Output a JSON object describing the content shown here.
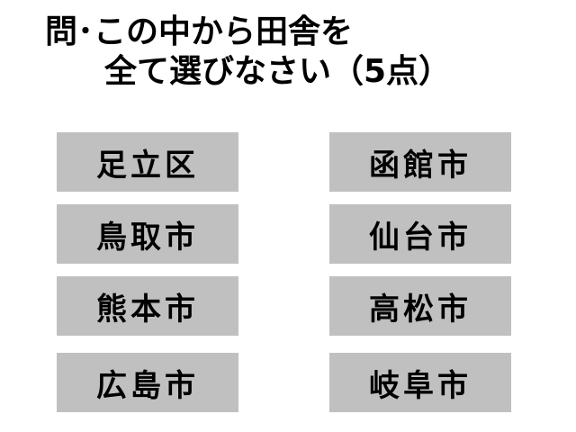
{
  "question": {
    "line1": "問･この中から田舎を",
    "line2": "全て選びなさい（5点）"
  },
  "choices": {
    "left": [
      "足立区",
      "鳥取市",
      "熊本市",
      "広島市"
    ],
    "right": [
      "函館市",
      "仙台市",
      "高松市",
      "岐阜市"
    ]
  },
  "colors": {
    "choice_background": "#c0c0c0",
    "text": "#000000",
    "page_background": "#ffffff"
  }
}
